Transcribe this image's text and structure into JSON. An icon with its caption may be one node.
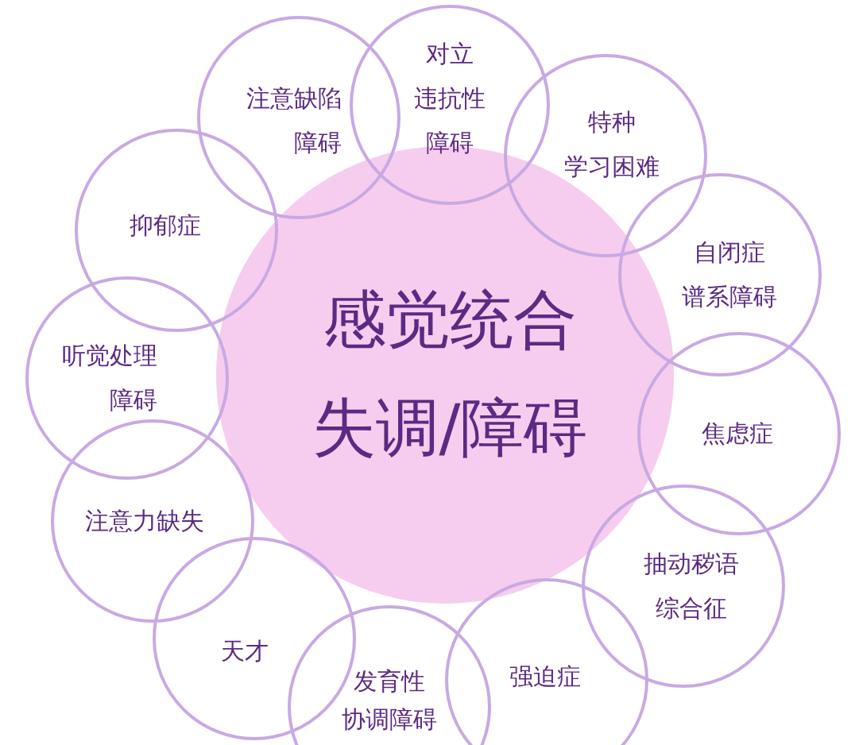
{
  "diagram": {
    "nodes": [
      {
        "text": [
          "感觉统合失调/障碍"
        ]
      },
      {
        "text": [
          "注意缺陷障碍"
        ]
      },
      {
        "text": [
          "对立违抗性障碍"
        ]
      },
      {
        "text": [
          "特种学习困难"
        ]
      },
      {
        "text": [
          "自闭症谱系障碍"
        ]
      },
      {
        "text": [
          "焦虑症"
        ]
      },
      {
        "text": [
          "抽动秽语综合征"
        ]
      },
      {
        "text": [
          "强迫症"
        ]
      },
      {
        "text": [
          "发育性协调障碍"
        ]
      },
      {
        "text": [
          "天才"
        ]
      },
      {
        "text": [
          "注意力缺失"
        ]
      },
      {
        "text": [
          "听觉处理障碍"
        ]
      },
      {
        "text": [
          "抑郁症"
        ]
      }
    ]
  }
}
